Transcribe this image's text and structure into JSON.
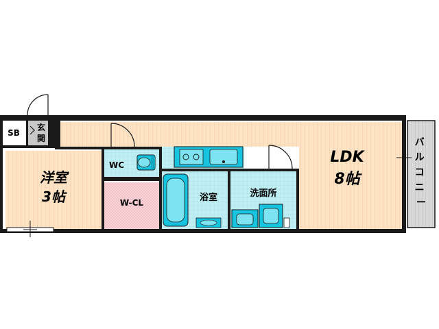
{
  "rooms": {
    "sb": "SB",
    "genkan": "玄関",
    "yoshitsu": {
      "name": "洋室",
      "size": "3帖"
    },
    "wc": "WC",
    "wcl": "W-CL",
    "yokushitsu": "浴室",
    "senmenjo": "洗面所",
    "ldk": {
      "name": "LDK",
      "size": "8帖"
    },
    "balcony": "バルコニー"
  },
  "colors": {
    "wall": "#1a1a1a",
    "floor": "#fde3c4",
    "wet_area": "#bfeef3",
    "closet": "#f8d4d8",
    "entrance": "#c8c8c8",
    "balcony": "#d8d8d8",
    "fixture": "#17c4df"
  }
}
